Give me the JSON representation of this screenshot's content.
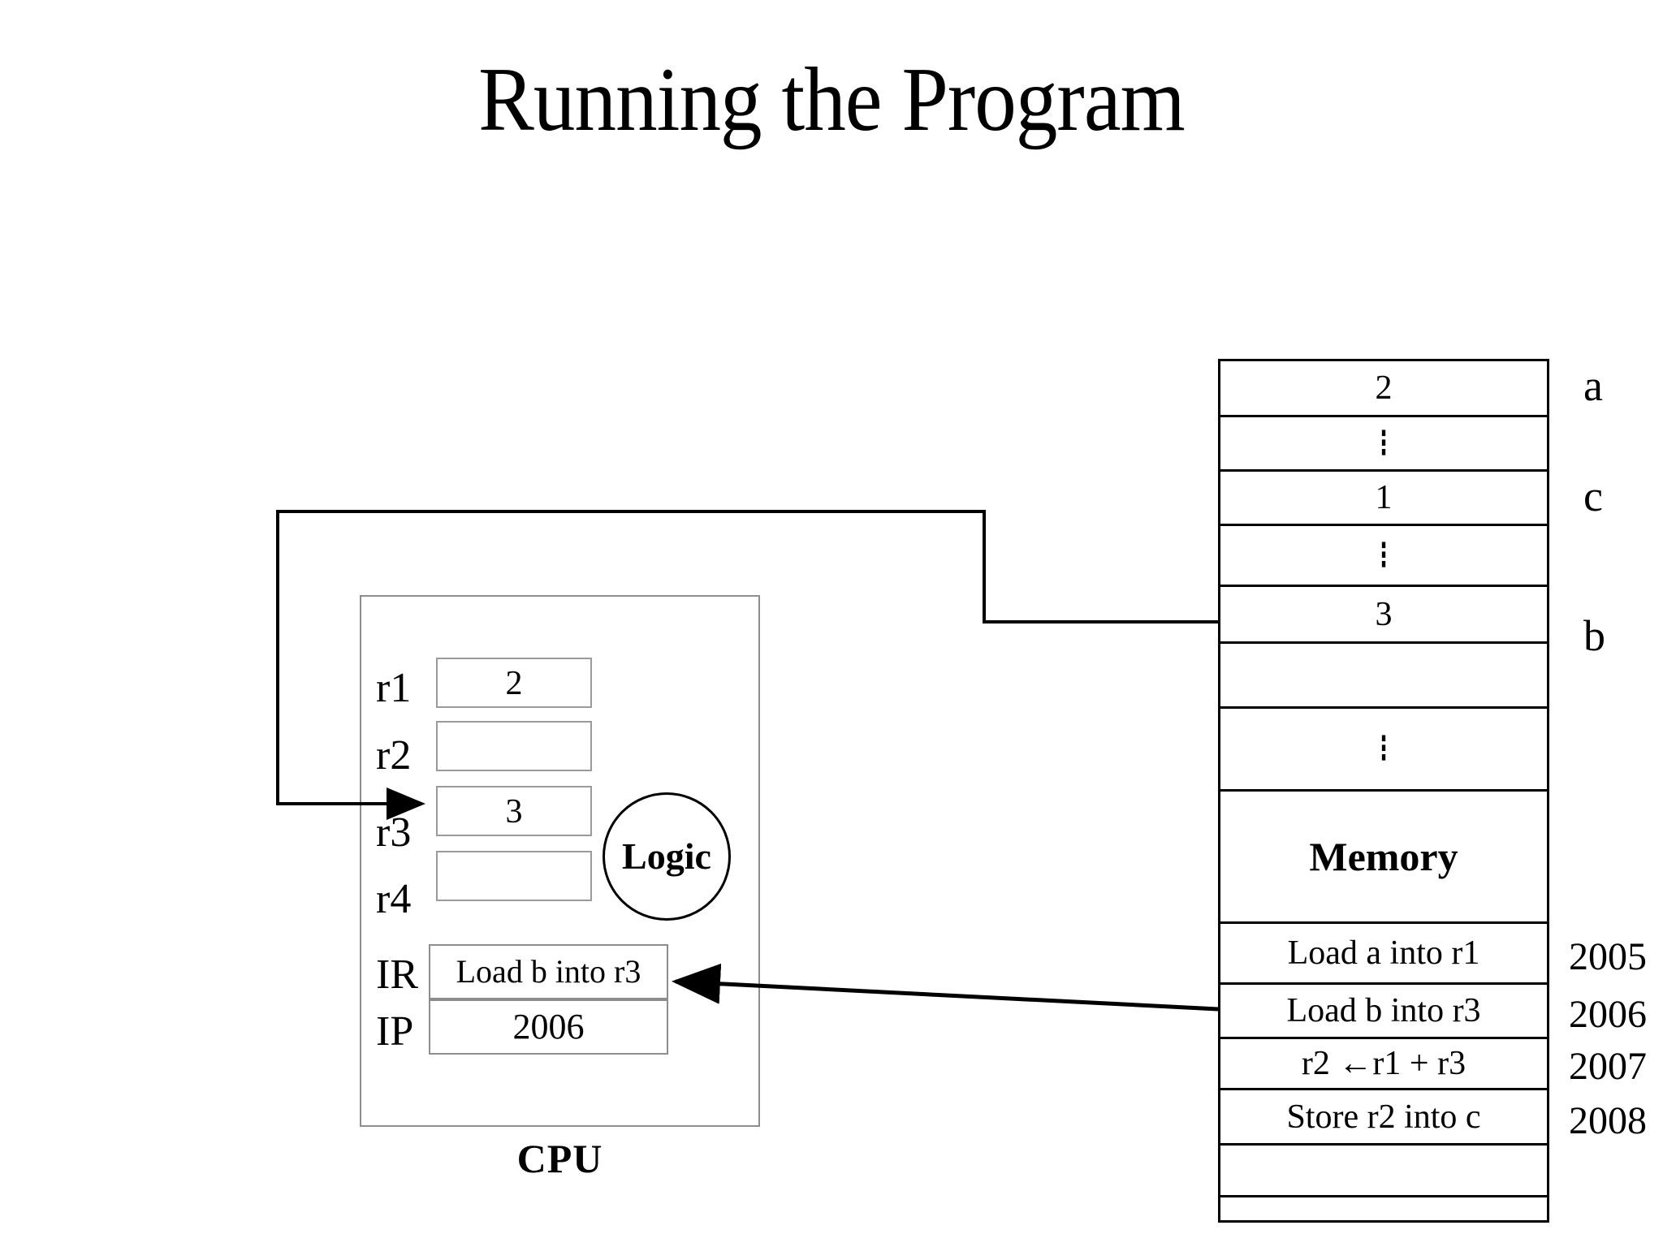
{
  "slide": {
    "title": "Running the Program"
  },
  "cpu": {
    "label": "CPU",
    "logic_label": "Logic",
    "registers": [
      {
        "name": "r1",
        "value": "2"
      },
      {
        "name": "r2",
        "value": ""
      },
      {
        "name": "r3",
        "value": "3"
      },
      {
        "name": "r4",
        "value": ""
      }
    ],
    "ir": {
      "label": "IR",
      "value": "Load b into r3"
    },
    "ip": {
      "label": "IP",
      "value": "2006"
    }
  },
  "memory": {
    "label": "Memory",
    "rows": [
      {
        "kind": "value",
        "text": "2",
        "side": "a",
        "addr": ""
      },
      {
        "kind": "dots",
        "text": "▪▪▪",
        "side": "",
        "addr": ""
      },
      {
        "kind": "value",
        "text": "1",
        "side": "c",
        "addr": ""
      },
      {
        "kind": "dots",
        "text": "▪▪▪",
        "side": "",
        "addr": ""
      },
      {
        "kind": "value",
        "text": "3",
        "side": "b",
        "addr": ""
      },
      {
        "kind": "empty",
        "text": "",
        "side": "",
        "addr": ""
      },
      {
        "kind": "dots",
        "text": "▪▪▪",
        "side": "",
        "addr": ""
      },
      {
        "kind": "label",
        "text": "Memory",
        "side": "",
        "addr": ""
      },
      {
        "kind": "instr",
        "text": "Load a into r1",
        "side": "",
        "addr": "2005"
      },
      {
        "kind": "instr",
        "text": "Load b into r3",
        "side": "",
        "addr": "2006"
      },
      {
        "kind": "instr",
        "text": "r2 ←r1 + r3",
        "side": "",
        "addr": "2007"
      },
      {
        "kind": "instr",
        "text": "Store r2 into c",
        "side": "",
        "addr": "2008"
      },
      {
        "kind": "empty",
        "text": "",
        "side": "",
        "addr": ""
      },
      {
        "kind": "empty",
        "text": "",
        "side": "",
        "addr": ""
      }
    ],
    "side_labels": [
      {
        "text": "a"
      },
      {
        "text": "c"
      },
      {
        "text": "b"
      }
    ],
    "addresses": [
      {
        "text": "2005"
      },
      {
        "text": "2006"
      },
      {
        "text": "2007"
      },
      {
        "text": "2008"
      }
    ]
  },
  "colors": {
    "ink": "#000000",
    "box_border": "#8d8d8d",
    "background": "#ffffff"
  }
}
